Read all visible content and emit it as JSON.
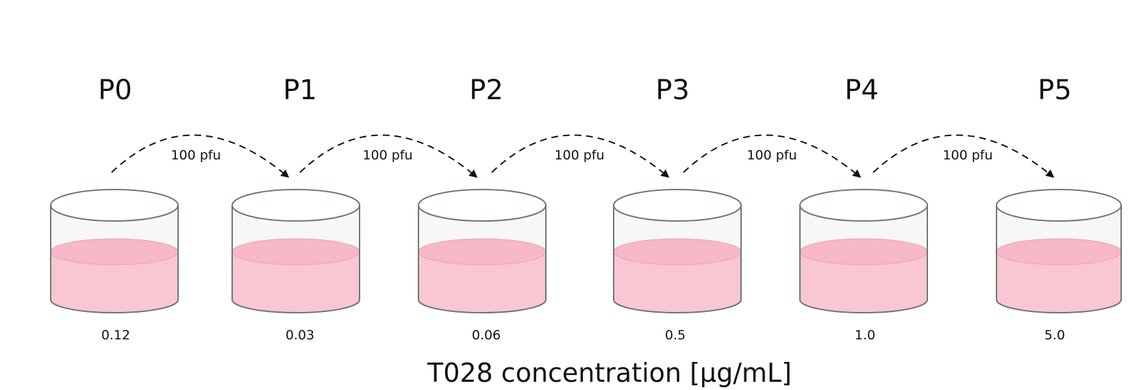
{
  "diagram": {
    "passages": [
      {
        "label": "P0",
        "concentration": "0.12"
      },
      {
        "label": "P1",
        "concentration": "0.03"
      },
      {
        "label": "P2",
        "concentration": "0.06"
      },
      {
        "label": "P3",
        "concentration": "0.5"
      },
      {
        "label": "P4",
        "concentration": "1.0"
      },
      {
        "label": "P5",
        "concentration": "5.0"
      }
    ],
    "transfers": [
      {
        "label": "100 pfu"
      },
      {
        "label": "100 pfu"
      },
      {
        "label": "100 pfu"
      },
      {
        "label": "100 pfu"
      },
      {
        "label": "100 pfu"
      }
    ],
    "axis_title": "T028 concentration [μg/mL]"
  },
  "colors": {
    "liquid": "#f9c6d4",
    "liquid_top": "#f7b8c8",
    "outline": "#6a7a72",
    "glass": "#f7f7f7",
    "arrow": "#111111"
  }
}
